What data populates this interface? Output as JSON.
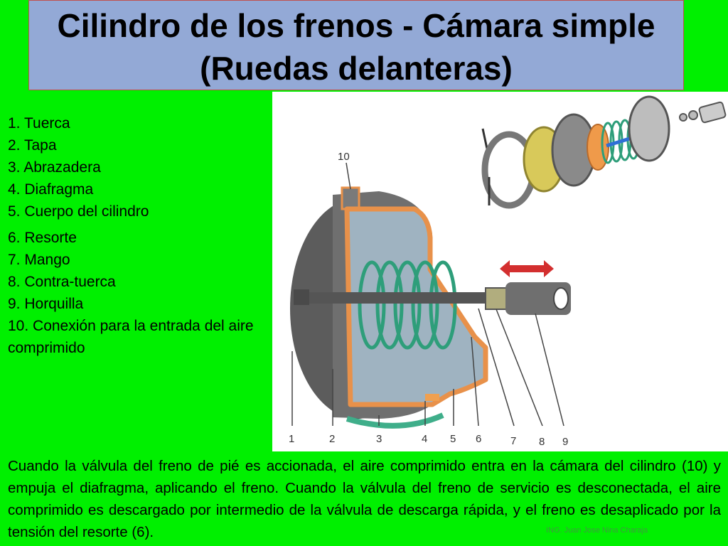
{
  "title": {
    "line1": "Cilindro de los frenos - Cámara simple",
    "line2": "(Ruedas delanteras)"
  },
  "parts": [
    "1. Tuerca",
    "2. Tapa",
    "3. Abrazadera",
    "4. Diafragma",
    "5. Cuerpo del cilindro",
    "6. Resorte",
    "7. Mango",
    "8. Contra-tuerca",
    "9. Horquilla",
    "10. Conexión para la entrada del aire comprimido"
  ],
  "diagram": {
    "callouts": [
      "1",
      "2",
      "3",
      "4",
      "5",
      "6",
      "7",
      "8",
      "9",
      "10"
    ],
    "colors": {
      "housing": "#6f6f6f",
      "diaphragm": "#e8914a",
      "chamber": "#9fb3c1",
      "spring": "#2e9e7a",
      "arrow": "#d32f2f"
    }
  },
  "description": "Cuando la válvula del freno de pié es accionada, el aire comprimido entra en la cámara del cilindro (10) y empuja el diafragma, aplicando el freno. Cuando la válvula del freno de servicio es desconectada, el aire comprimido es descargado por intermedio de la válvula de descarga rápida, y el freno es desaplicado por la tensión del resorte (6).",
  "watermark": "ING. Juan Jose Nina Charaja"
}
